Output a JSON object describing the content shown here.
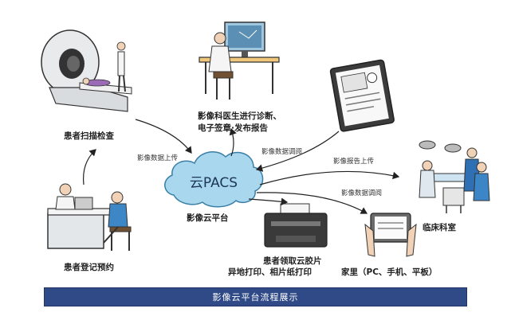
{
  "nodes": {
    "ct_scan": {
      "label": "患者扫描检查"
    },
    "radiologist": {
      "label_line1": "影像科医生进行诊断、",
      "label_line2": "电子签章·发布报告"
    },
    "cloud": {
      "center": "云PACS",
      "label": "影像云平台"
    },
    "registration": {
      "label": "患者登记预约"
    },
    "printer": {
      "label_line1": "患者领取云胶片",
      "label_line2": "异地打印、相片纸打印"
    },
    "home": {
      "label": "家里（PC、手机、平板）"
    },
    "clinic": {
      "label": "临床科室"
    }
  },
  "edges": {
    "upload": "影像数据上传",
    "view_radiologist": "影像数据调阅",
    "report_upload": "影像报告上传",
    "view_clinic": "影像数据调阅"
  },
  "banner": {
    "title": "影像云平台流程展示"
  },
  "colors": {
    "banner": "#2f4a86",
    "cloud": "#a9d8ee"
  }
}
